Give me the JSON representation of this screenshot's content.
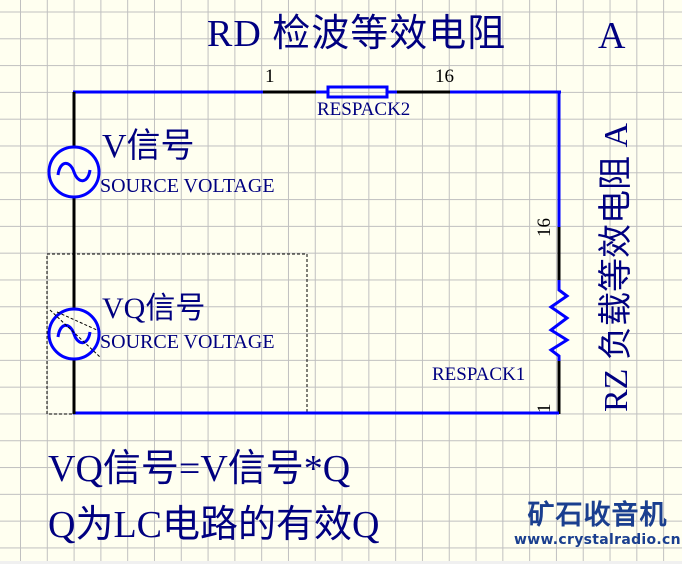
{
  "title": "RD 检波等效电阻",
  "corner_label": "A",
  "vertical_label": "RZ 负载等效电阻  A",
  "components": {
    "respack2": {
      "ref": "RESPACK2",
      "pin_left": "1",
      "pin_right": "16"
    },
    "respack1": {
      "ref": "RESPACK1",
      "pin_top": "16",
      "pin_bottom": "1"
    },
    "source_v": {
      "name": "V信号",
      "type": "SOURCE VOLTAGE"
    },
    "source_vq": {
      "name": "VQ信号",
      "type": "SOURCE VOLTAGE"
    }
  },
  "notes": [
    "VQ信号=V信号*Q",
    "Q为LC电路的有效Q"
  ],
  "watermark": {
    "name": "矿石收音机",
    "url": "www.crystalradio.cn"
  },
  "colors": {
    "wire": "#0000ff",
    "pin": "#000000",
    "text": "#000080",
    "background": "#fffff0",
    "grid": "#c0c0c0"
  }
}
